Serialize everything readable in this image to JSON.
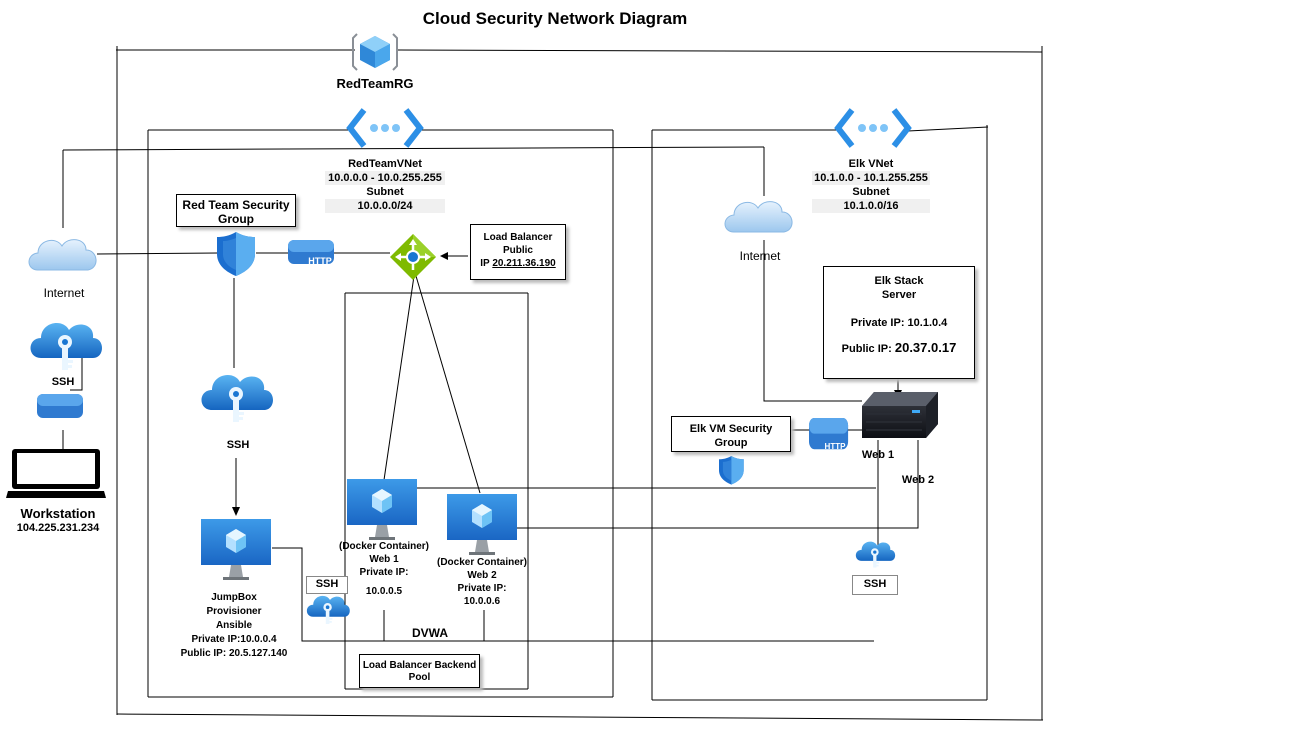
{
  "title": "Cloud Security Network Diagram",
  "resource_group": {
    "label": "RedTeamRG"
  },
  "redteam_vnet": {
    "name": "RedTeamVNet",
    "range": "10.0.0.0 - 10.0.255.255",
    "subnet_label": "Subnet",
    "subnet": "10.0.0.0/24"
  },
  "elk_vnet": {
    "name": "Elk VNet",
    "range": "10.1.0.0 - 10.1.255.255",
    "subnet_label": "Subnet",
    "subnet": "10.1.0.0/16"
  },
  "red_team_nsg": {
    "line1": "Red Team Security",
    "line2": "Group"
  },
  "elk_nsg": {
    "line1": "Elk VM Security",
    "line2": "Group"
  },
  "load_balancer": {
    "line1": "Load Balancer",
    "line2": "Public",
    "ip_prefix": "IP ",
    "ip": "20.211.36.190"
  },
  "lb_backend_pool": {
    "line1": "Load Balancer Backend",
    "line2": "Pool"
  },
  "elk_server": {
    "line1": "Elk Stack",
    "line2": "Server",
    "private_ip": "Private IP: 10.1.0.4",
    "public_ip_label": "Public IP: ",
    "public_ip": "20.37.0.17"
  },
  "internet_left": "Internet",
  "internet_right": "Internet",
  "http_tag": "HTTP",
  "ssh_left": "SSH",
  "ssh_center": "SSH",
  "ssh_box_mid": "SSH",
  "ssh_box_right": "SSH",
  "workstation": {
    "name": "Workstation",
    "ip": "104.225.231.234"
  },
  "jumpbox": {
    "line1": "JumpBox",
    "line2": "Provisioner",
    "line3": "Ansible",
    "line4": "Private IP:10.0.0.4",
    "line5": "Public IP: 20.5.127.140"
  },
  "web1": {
    "line1": "(Docker Container)",
    "line2": "Web 1",
    "line3": "Private IP:",
    "line4": "10.0.0.5"
  },
  "web2": {
    "line1": "(Docker Container)",
    "line2": "Web 2",
    "line3": "Private IP:",
    "line4": "10.0.0.6"
  },
  "dvwa": "DVWA",
  "elk_web1": "Web 1",
  "elk_web2": "Web 2",
  "colors": {
    "azure_blue": "#1976d2",
    "azure_light": "#50b4f0",
    "cloud_fill": "#b8d8f6",
    "green": "#7fba00",
    "line": "#000000"
  }
}
